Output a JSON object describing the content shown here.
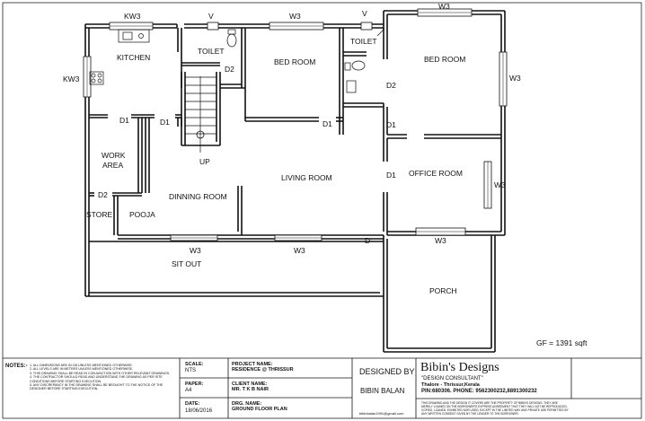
{
  "rooms": {
    "kitchen": "KITCHEN",
    "toilet_left": "TOILET",
    "toilet_right": "TOILET",
    "bedroom_left": "BED ROOM",
    "bedroom_right": "BED ROOM",
    "work_area": [
      "WORK",
      "AREA"
    ],
    "store": "STORE",
    "pooja": "POOJA",
    "dinning_room": "DINNING ROOM",
    "living_room": "LIVING ROOM",
    "office_room": "OFFICE ROOM",
    "sit_out": "SIT OUT",
    "porch": "PORCH",
    "stair_label": "UP"
  },
  "openings": {
    "kw3": "KW3",
    "w3": "W3",
    "v": "V",
    "d": "D",
    "d1": "D1",
    "d2": "D2"
  },
  "area_note": "GF = 1391 sqft",
  "title_block": {
    "notes_title": "NOTES:-",
    "notes": [
      "1. ALL DIMENSIONS ARE IN CM UNLESS MENTIONED OTHERWISE.",
      "2. ALL LEVELS ARE IN METRES UNLESS MENTIONED OTHERWISE.",
      "3. THIS DRAWING SHALL BE READ IN CONJUNCTION WITH OTHER RELEVANT DRAWINGS.",
      "4. THE CONTRACTOR SHOULD READ AND UNDERSTAND THE DRAWING AS PER SITE CONDITIONS BEFORE STARTING EXECUTION.",
      "5. ANY DISCREPANCY IN THE DRAWING SHALL BE BROUGHT TO THE NOTICE OF THE DESIGNER BEFORE STARTING EXECUTION."
    ],
    "scale_label": "SCALE:",
    "scale_value": "NTS",
    "paper_label": "PAPER:",
    "paper_value": "A4",
    "date_label": "DATE:",
    "date_value": "18/06/2016",
    "project_label": "PROJECT NAME:",
    "project_value": "RESIDENCE @ THRISSUR",
    "client_label": "CLIENT NAME:",
    "client_value": "MR. T K B NAIR",
    "drawing_label": "DRG. NAME:",
    "drawing_value": "GROUND FLOOR PLAN",
    "designed_by_label": "DESIGNED BY",
    "designer_name": "BIBIN BALAN",
    "email": "bibinbalan1991@gmail.com",
    "firm_name": "Bibin's Designs",
    "firm_tagline": "\"DESIGN CONSULTANT\"",
    "firm_address": "Thalore - Thrissur,Kerala",
    "firm_contact": "PIN:680306. PHONE: 9562300232,8891300232",
    "copyright": "THIS DRAWING AND THE DESIGN IT COVERS ARE THE PROPERTY OF BIBIN'S DESIGNS. THEY ARE MERELY LOANED ON THE BORROWER'S EXPRESS AGREEMENT THAT THEY WILL NOT BE REPRODUCED, COPIED, LOANED, EXHIBITED NOR USED, EXCEPT IN THE LIMITED WAY AND PRIVATE USE PERMITTED BY ANY WRITTEN CONSENT GIVEN BY THE LENDER TO THE BORROWER."
  }
}
